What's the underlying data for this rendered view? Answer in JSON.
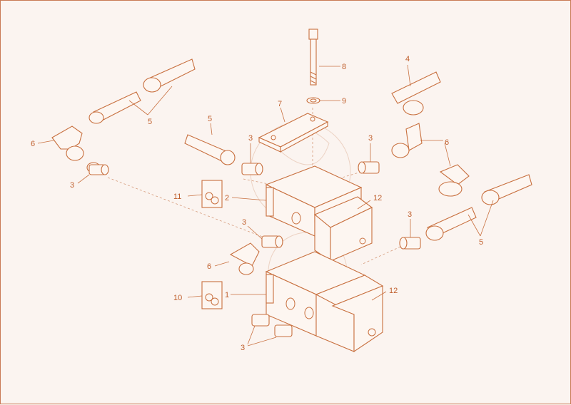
{
  "callouts": [
    {
      "id": "c8",
      "text": "8"
    },
    {
      "id": "c9",
      "text": "9"
    },
    {
      "id": "c7",
      "text": "7"
    },
    {
      "id": "c4",
      "text": "4"
    },
    {
      "id": "c5a",
      "text": "5"
    },
    {
      "id": "c5b",
      "text": "5"
    },
    {
      "id": "c5c",
      "text": "5"
    },
    {
      "id": "c6a",
      "text": "6"
    },
    {
      "id": "c6b",
      "text": "6"
    },
    {
      "id": "c6c",
      "text": "6"
    },
    {
      "id": "c3a",
      "text": "3"
    },
    {
      "id": "c3b",
      "text": "3"
    },
    {
      "id": "c3c",
      "text": "3"
    },
    {
      "id": "c3d",
      "text": "3"
    },
    {
      "id": "c3e",
      "text": "3"
    },
    {
      "id": "c3f",
      "text": "3"
    },
    {
      "id": "c11",
      "text": "11"
    },
    {
      "id": "c2",
      "text": "2"
    },
    {
      "id": "c12a",
      "text": "12"
    },
    {
      "id": "c12b",
      "text": "12"
    },
    {
      "id": "c10",
      "text": "10"
    },
    {
      "id": "c1",
      "text": "1"
    }
  ],
  "colors": {
    "line": "#c8703f",
    "label": "#c0602e",
    "background": "#fbf4f0"
  }
}
